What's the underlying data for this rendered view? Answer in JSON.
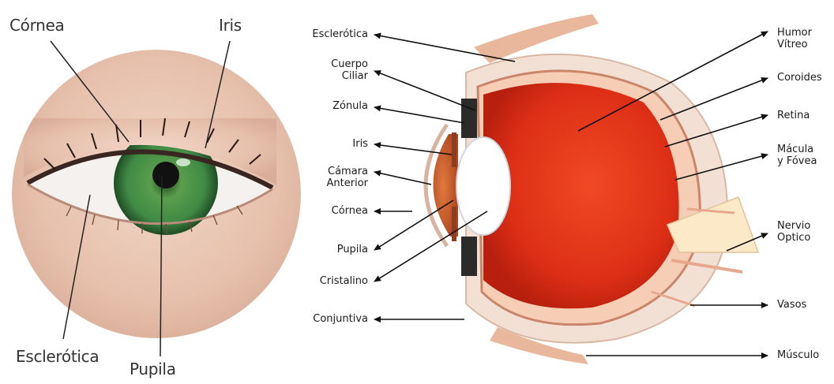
{
  "photo": {
    "labels": {
      "cornea": "Córnea",
      "iris": "Iris",
      "esclerotica": "Esclerótica",
      "pupila": "Pupila"
    },
    "colors": {
      "iris": "#3f8a45",
      "skin": "#e9c8b6",
      "pupil": "#111111"
    }
  },
  "diagram": {
    "left_labels": {
      "esclerotica": "Esclerótica",
      "cuerpo_ciliar_1": "Cuerpo",
      "cuerpo_ciliar_2": "Ciliar",
      "zonula": "Zónula",
      "iris": "Iris",
      "camara_anterior_1": "Cámara",
      "camara_anterior_2": "Anterior",
      "cornea": "Córnea",
      "pupila": "Pupila",
      "cristalino": "Cristalino",
      "conjuntiva": "Conjuntiva"
    },
    "right_labels": {
      "humor_vitreo_1": "Humor",
      "humor_vitreo_2": "Vítreo",
      "coroides": "Coroides",
      "retina": "Retina",
      "macula_fovea_1": "Mácula",
      "macula_fovea_2": "y Fóvea",
      "nervio_optico_1": "Nervio",
      "nervio_optico_2": "Optico",
      "vasos": "Vasos",
      "musculo": "Músculo"
    },
    "colors": {
      "vitreous": "#e0321a",
      "sclera": "#f2dccf",
      "lens": "#ffffff",
      "arrow": "#111111"
    }
  }
}
